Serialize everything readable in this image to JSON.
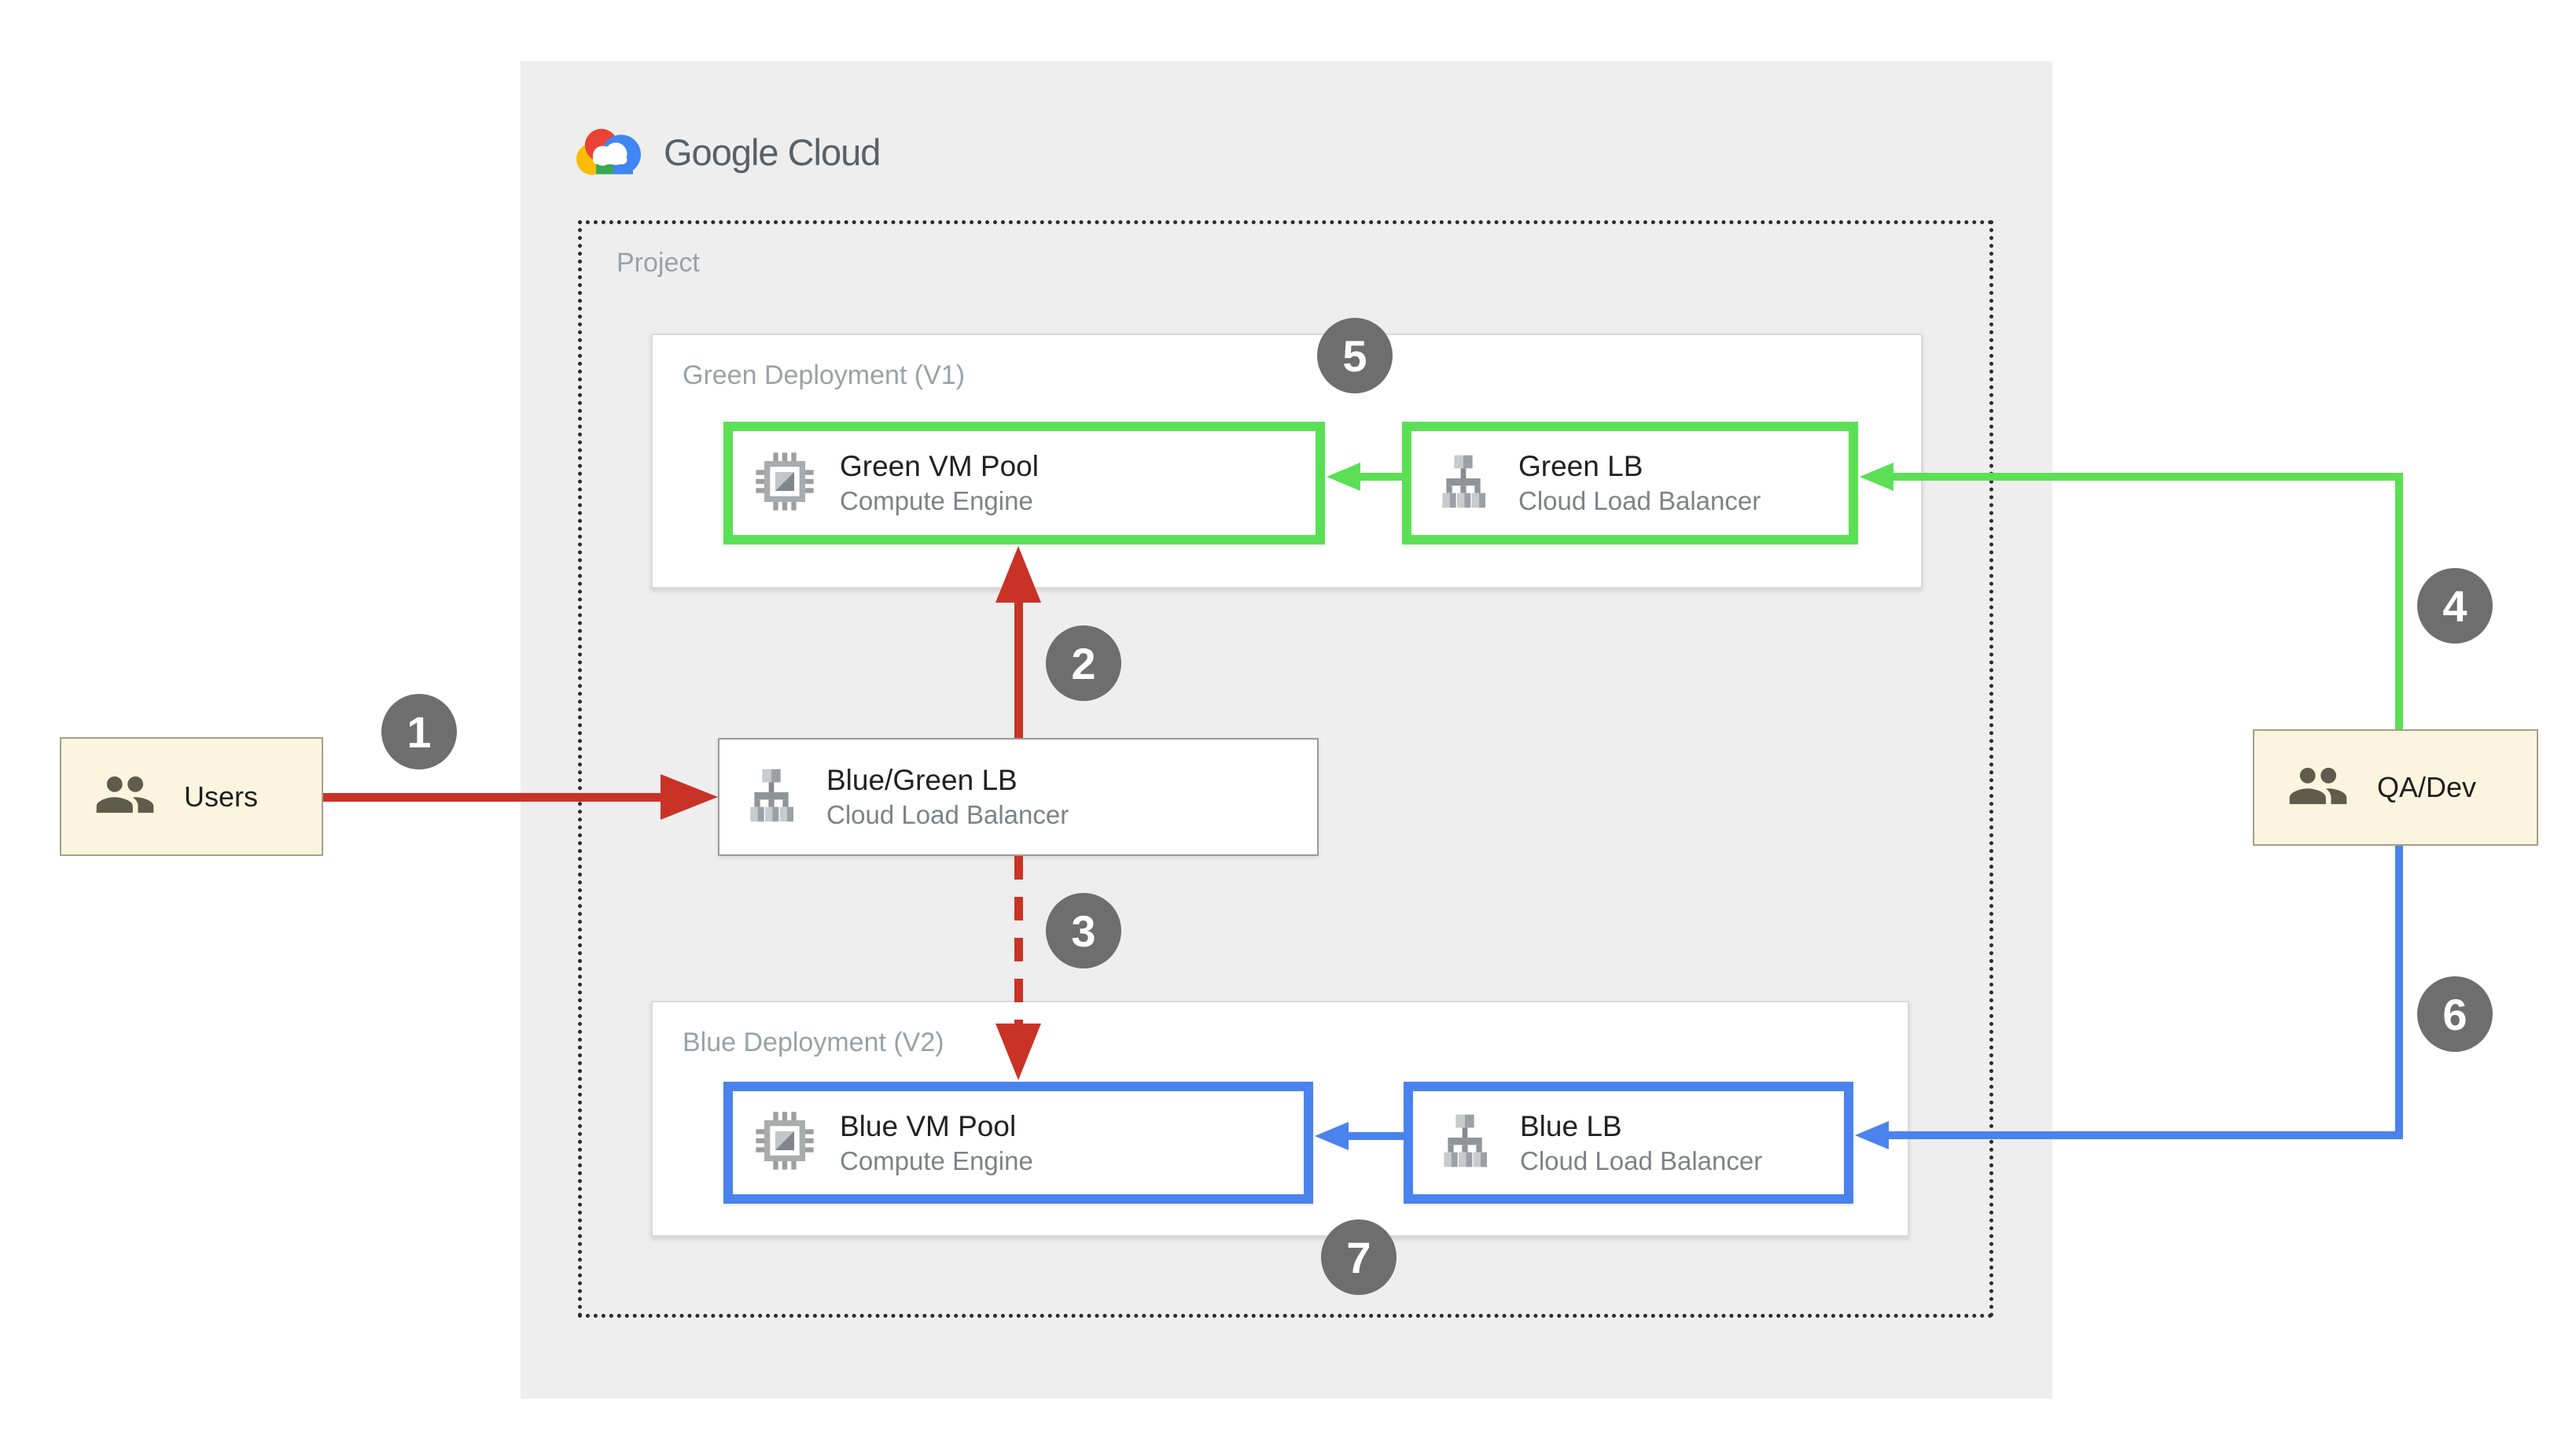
{
  "logo": {
    "text": "Google Cloud",
    "icon": "google-cloud-icon"
  },
  "project": {
    "label": "Project"
  },
  "groups": {
    "green": {
      "label": "Green Deployment (V1)"
    },
    "blue": {
      "label": "Blue Deployment (V2)"
    }
  },
  "nodes": {
    "green_vm": {
      "title": "Green VM Pool",
      "subtitle": "Compute Engine",
      "icon": "compute-engine-icon",
      "accent": "green"
    },
    "green_lb": {
      "title": "Green LB",
      "subtitle": "Cloud Load Balancer",
      "icon": "load-balancer-icon",
      "accent": "green"
    },
    "bluegreen_lb": {
      "title": "Blue/Green LB",
      "subtitle": "Cloud Load Balancer",
      "icon": "load-balancer-icon",
      "accent": "none"
    },
    "blue_vm": {
      "title": "Blue VM Pool",
      "subtitle": "Compute Engine",
      "icon": "compute-engine-icon",
      "accent": "blue"
    },
    "blue_lb": {
      "title": "Blue LB",
      "subtitle": "Cloud Load Balancer",
      "icon": "load-balancer-icon",
      "accent": "blue"
    }
  },
  "actors": {
    "users": {
      "label": "Users",
      "icon": "people-icon"
    },
    "qadev": {
      "label": "QA/Dev",
      "icon": "people-icon"
    }
  },
  "steps": [
    "1",
    "2",
    "3",
    "4",
    "5",
    "6",
    "7"
  ],
  "colors": {
    "red": "#C93327",
    "green": "#5BE055",
    "blue": "#4A82EE",
    "badge_gray": "#6E6E6E",
    "panel_gray": "#EFEEEE",
    "cream": "#FBF5E0",
    "cream_border": "#A89E85",
    "box_border_gray": "#9B9B9B",
    "group_border": "#DADADA",
    "label_gray": "#9CA1A5",
    "title_dark": "#212121",
    "subtitle_gray": "#7F8285",
    "logo_gray": "#5B6064"
  }
}
